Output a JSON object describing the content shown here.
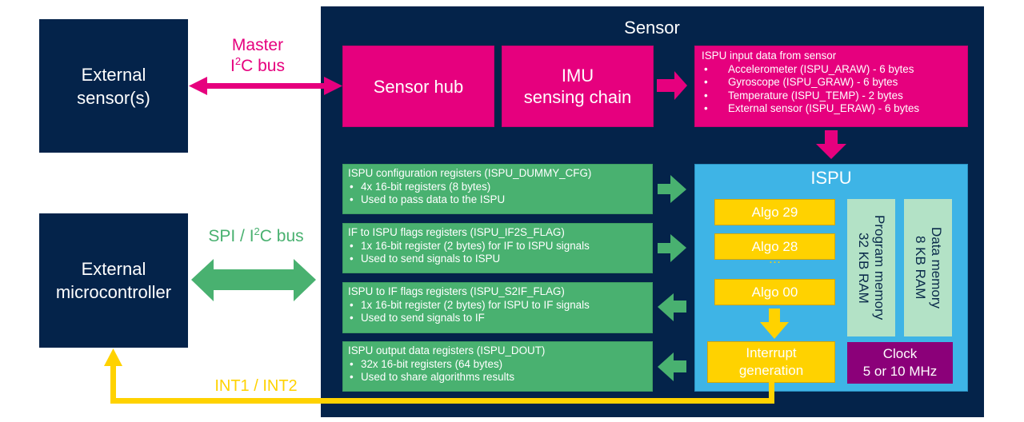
{
  "colors": {
    "navy": "#04234a",
    "pink": "#e6007e",
    "green": "#49b170",
    "ispu_blue": "#3eb4e6",
    "yellow": "#ffd200",
    "memory_mint": "#b3e2c6",
    "clock_purple": "#8b0079"
  },
  "external_sensor": {
    "line1": "External",
    "line2": "sensor(s)"
  },
  "external_mcu": {
    "line1": "External",
    "line2": "microcontroller"
  },
  "master_bus": {
    "line1": "Master",
    "line2_prefix": "I",
    "line2_sup": "2",
    "line2_suffix": "C bus"
  },
  "spi_bus": {
    "prefix": "SPI / I",
    "sup": "2",
    "suffix": "C bus"
  },
  "interrupt_lines": {
    "label": "INT1 / INT2"
  },
  "sensor": {
    "title": "Sensor",
    "sensor_hub": "Sensor hub",
    "imu": {
      "line1": "IMU",
      "line2": "sensing chain"
    },
    "input_data": {
      "title": "ISPU input data from sensor",
      "items": [
        "Accelerometer (ISPU_ARAW) - 6 bytes",
        "Gyroscope (ISPU_GRAW) - 6 bytes",
        "Temperature (ISPU_TEMP) - 2 bytes",
        "External sensor (ISPU_ERAW) - 6 bytes"
      ]
    },
    "registers": [
      {
        "title": "ISPU configuration registers (ISPU_DUMMY_CFG)",
        "items": [
          "4x 16-bit registers (8 bytes)",
          "Used to pass data to the ISPU"
        ],
        "direction": "to-ispu"
      },
      {
        "title": "IF to ISPU flags registers (ISPU_IF2S_FLAG)",
        "items": [
          "1x 16-bit register (2 bytes) for IF to ISPU signals",
          "Used to send signals to ISPU"
        ],
        "direction": "to-ispu"
      },
      {
        "title": "ISPU to IF flags registers (ISPU_S2IF_FLAG)",
        "items": [
          "1x 16-bit register (2 bytes) for ISPU to IF signals",
          "Used to send signals to IF"
        ],
        "direction": "from-ispu"
      },
      {
        "title": "ISPU output data registers (ISPU_DOUT)",
        "items": [
          "32x 16-bit registers (64 bytes)",
          "Used to share algorithms results"
        ],
        "direction": "from-ispu"
      }
    ],
    "ispu": {
      "title": "ISPU",
      "algos": [
        "Algo 29",
        "Algo 28",
        "Algo 00"
      ],
      "ellipsis": "…",
      "interrupt": {
        "line1": "Interrupt",
        "line2": "generation"
      },
      "program_memory": {
        "line1": "Program memory",
        "line2": "32 KB RAM"
      },
      "data_memory": {
        "line1": "Data memory",
        "line2": "8 KB RAM"
      },
      "clock": {
        "line1": "Clock",
        "line2": "5 or 10 MHz"
      }
    }
  },
  "bullet": "•"
}
